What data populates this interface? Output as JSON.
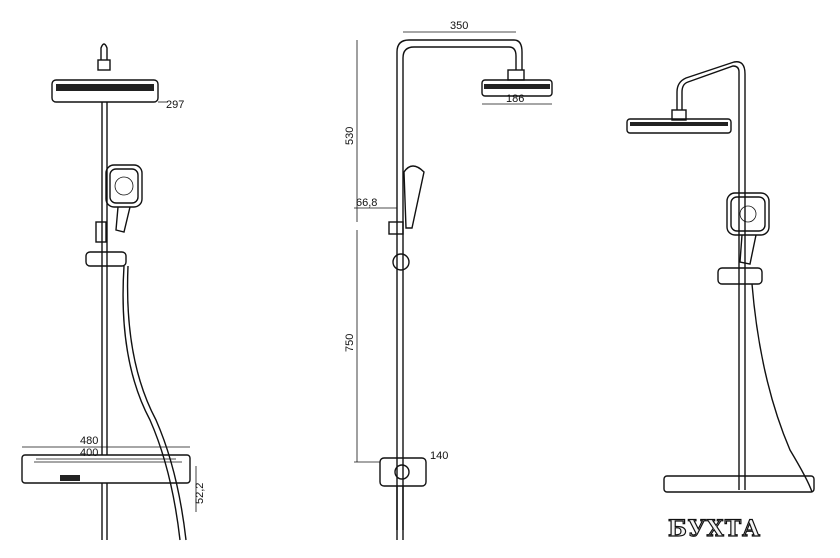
{
  "views": {
    "front": {
      "dim_head_width": "297",
      "dim_shelf_outer": "480",
      "dim_shelf_inner": "400",
      "dim_shelf_height": "52,2"
    },
    "side": {
      "dim_arm_reach": "350",
      "dim_head_diameter": "186",
      "dim_upper_height": "530",
      "dim_holder_offset": "66,8",
      "dim_lower_height": "750",
      "dim_body_depth": "140"
    }
  },
  "watermark": "БУХТА"
}
